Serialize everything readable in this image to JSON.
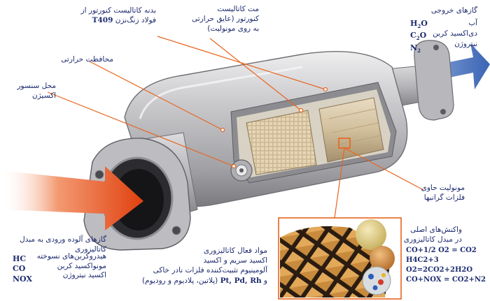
{
  "labels": {
    "shell": {
      "lines": [
        "بدنه کاتالیست کنورتور از",
        "فولاد زنگ‌نزن"
      ],
      "code": "T409"
    },
    "mat": {
      "lines": [
        "مت کاتالیست",
        "کنورتور (عایق حرارتی",
        "به روی مونولیت)"
      ]
    },
    "heat_shield": {
      "text": "محافظت حرارتی"
    },
    "sensor": {
      "lines": [
        "محل سنسور",
        "اکسیژن"
      ]
    },
    "monolith": {
      "lines": [
        "مونولیت حاوی",
        "فلزات گرانبها"
      ]
    },
    "exhaust": {
      "title": "گازهای خروجی",
      "items": [
        {
          "formula": "H",
          "sub": "2",
          "rest": "O",
          "name": "آب"
        },
        {
          "formula": "C",
          "sub": "2",
          "rest": "O",
          "name": "دی‌اکسید کربن"
        },
        {
          "formula": "N",
          "sub": "2",
          "rest": "",
          "name": "نیتروژن"
        }
      ]
    },
    "inlet": {
      "lines": [
        "گازهای آلوده ورودی به مبدل",
        "کاتالیزوری"
      ],
      "items": [
        {
          "formula": "HC",
          "name": "هیدروکربن‌های نسوخته"
        },
        {
          "formula": "CO",
          "name": "مونواکسید کربن"
        },
        {
          "formula": "NOX",
          "name": "اکسید نیتروژن"
        }
      ]
    },
    "active": {
      "lines": [
        "مواد فعال کاتالیزوری",
        "اکسید سریم و اکسید",
        "آلومینیوم تثبیت‌کننده فلزات نادر خاکی"
      ],
      "last_prefix": "و",
      "metals": "Pt, Pd, Rh",
      "last_suffix": "(پلاتین، پلادیوم و رودیوم)"
    },
    "reactions": {
      "lines": [
        "واکنش‌های اصلی",
        "در مبدل کاتالیزوری"
      ],
      "equations": [
        "CO+1/2 O2 = CO2",
        "H4C2+3 O2=2CO2+2H2O",
        "CO+NOX = CO2+N2"
      ]
    }
  },
  "colors": {
    "text": "#1d2b6e",
    "inlet_arrow": "#e8521e",
    "outlet_arrow": "#4f78bf",
    "leader": "#e8641e",
    "inset_border": "#e8641e",
    "shell": "#c9c9cc"
  }
}
